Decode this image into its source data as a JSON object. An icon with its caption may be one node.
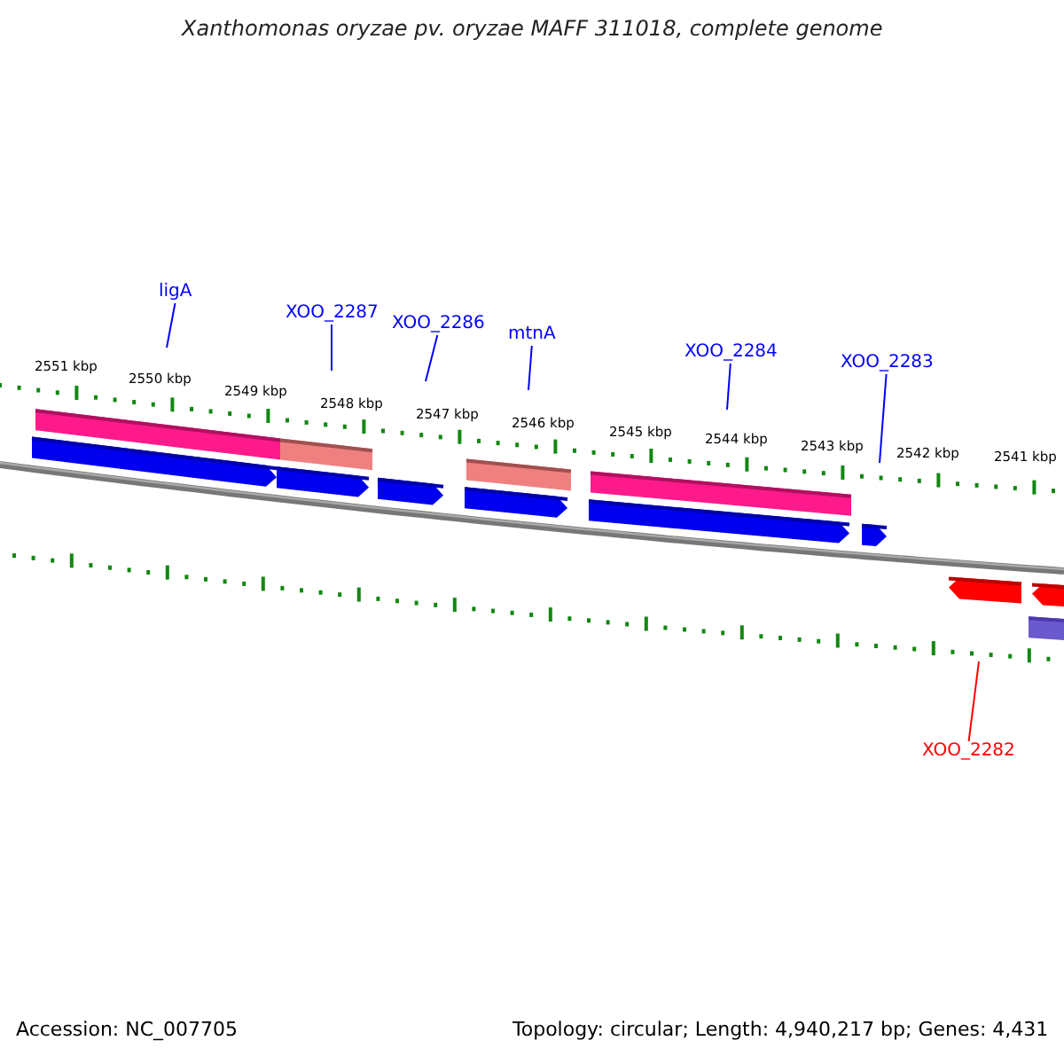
{
  "diagram": {
    "title": "Xanthomonas oryzae pv. oryzae MAFF 311018, complete genome",
    "nodes": [
      {
        "text": [
          "ligA"
        ]
      },
      {
        "text": [
          "XOO_2287"
        ]
      },
      {
        "text": [
          "XOO_2286"
        ]
      },
      {
        "text": [
          "mtnA"
        ]
      },
      {
        "text": [
          "XOO_2284"
        ]
      },
      {
        "text": [
          "XOO_2283"
        ]
      },
      {
        "text": [
          "XOO_2282"
        ]
      }
    ],
    "edges": [
      {
        "from": 0,
        "to": null,
        "arrow": "none"
      },
      {
        "from": 1,
        "to": null,
        "arrow": "none"
      },
      {
        "from": 2,
        "to": null,
        "arrow": "none"
      },
      {
        "from": 3,
        "to": null,
        "arrow": "none"
      },
      {
        "from": 4,
        "to": null,
        "arrow": "none"
      },
      {
        "from": 5,
        "to": null,
        "arrow": "none"
      },
      {
        "from": 6,
        "to": null,
        "arrow": "none",
        "color": "#ff0000"
      }
    ],
    "labels": [
      "2551 kbp",
      "2550 kbp",
      "2549 kbp",
      "2548 kbp",
      "2547 kbp",
      "2546 kbp",
      "2545 kbp",
      "2544 kbp",
      "2543 kbp",
      "2542 kbp",
      "2541 kbp",
      "Accession: NC_007705",
      "Topology: circular; Length: 4,940,217 bp; Genes: 4,431"
    ]
  }
}
